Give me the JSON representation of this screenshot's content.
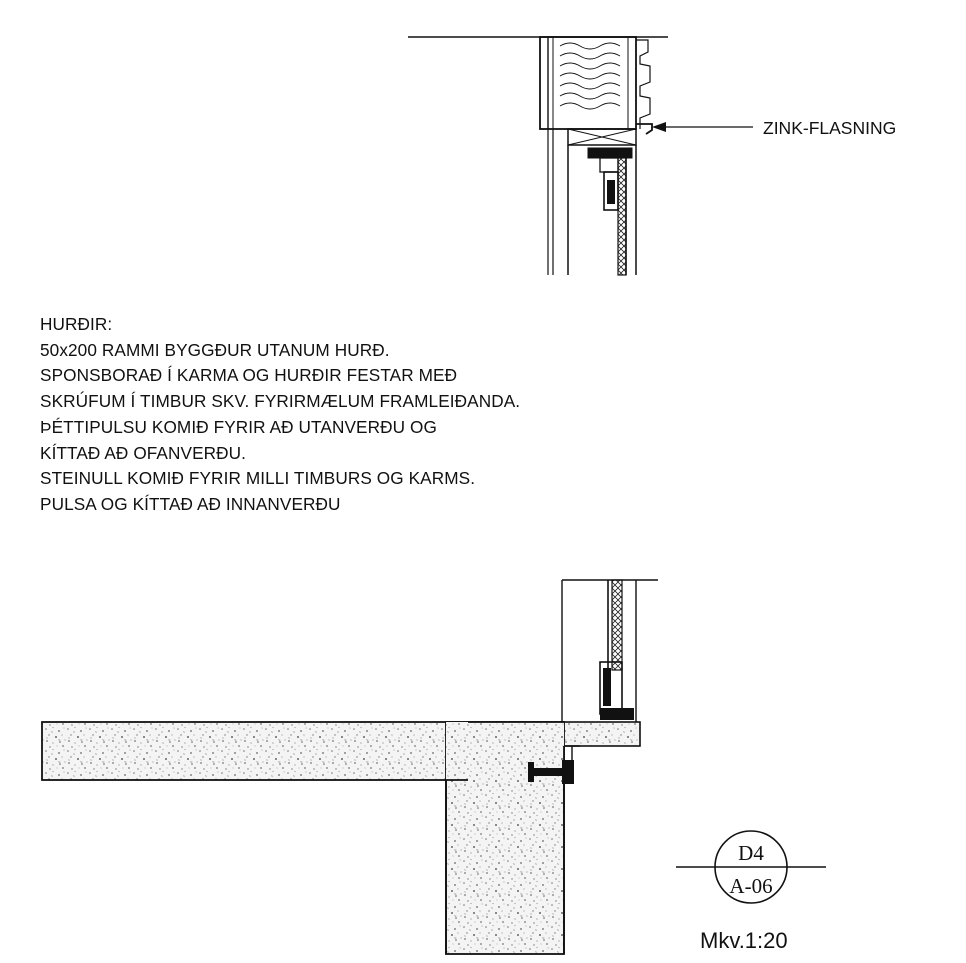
{
  "callout": {
    "label": "ZINK-FLASNING"
  },
  "notes": {
    "lines": [
      "HURÐIR:",
      "50x200 RAMMI BYGGÐUR UTANUM HURÐ.",
      "SPONSBORAÐ Í KARMA OG HURÐIR FESTAR MEÐ",
      "SKRÚFUM Í TIMBUR SKV. FYRIRMÆLUM FRAMLEIÐANDA.",
      "ÞÉTTIPULSU KOMIÐ FYRIR AÐ UTANVERÐU OG",
      "KÍTTAÐ AÐ OFANVERÐU.",
      "STEINULL KOMIÐ FYRIR MILLI TIMBURS OG KARMS.",
      "PULSA OG KÍTTAÐ AÐ INNANVERÐU"
    ]
  },
  "detail_tag": {
    "detail": "D4",
    "sheet": "A-06"
  },
  "scale": {
    "label": "Mkv.1:20"
  },
  "colors": {
    "line": "#111111",
    "concrete_speckle": "#7a7a7a"
  }
}
